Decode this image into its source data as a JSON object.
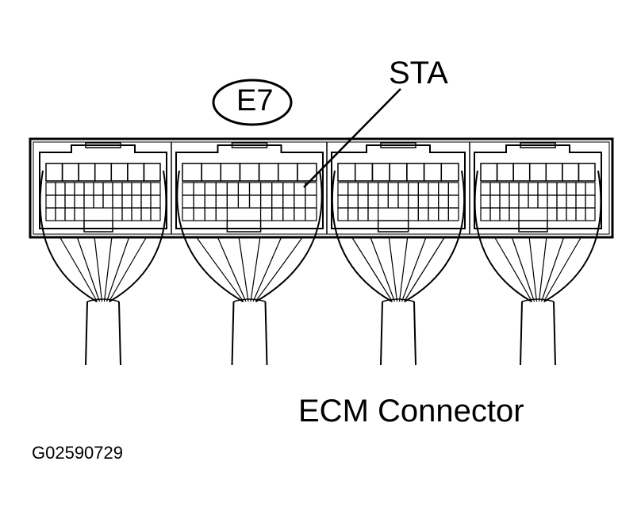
{
  "connector_id": "E7",
  "callout_terminal": "STA",
  "caption": "ECM Connector",
  "figure_code": "G02590729",
  "colors": {
    "ink": "#000000",
    "paper": "#ffffff"
  },
  "blocks": [
    {
      "name": "block-1"
    },
    {
      "name": "block-2"
    },
    {
      "name": "block-3"
    },
    {
      "name": "block-4"
    }
  ]
}
